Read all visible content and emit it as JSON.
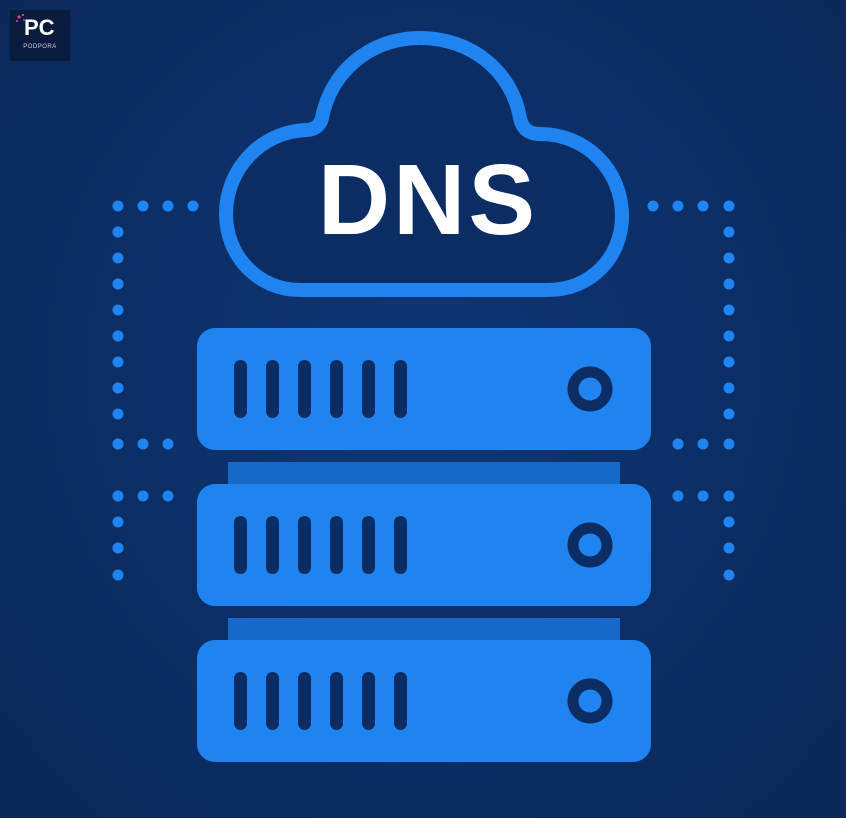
{
  "logo": {
    "brand": "PC",
    "subtitle": "PODPORA"
  },
  "cloud": {
    "label": "DNS"
  },
  "servers": [
    {
      "vent_slots": 6,
      "status_icon": "power-ring-icon"
    },
    {
      "vent_slots": 6,
      "status_icon": "power-ring-icon"
    },
    {
      "vent_slots": 6,
      "status_icon": "power-ring-icon"
    }
  ],
  "colors": {
    "background": "#0b2d63",
    "accent_blue": "#1f84f0",
    "dark_blue": "#0b2d63",
    "text_white": "#ffffff"
  },
  "icons": [
    "cloud-icon",
    "server-rack-icon",
    "dotted-connection-lines"
  ]
}
